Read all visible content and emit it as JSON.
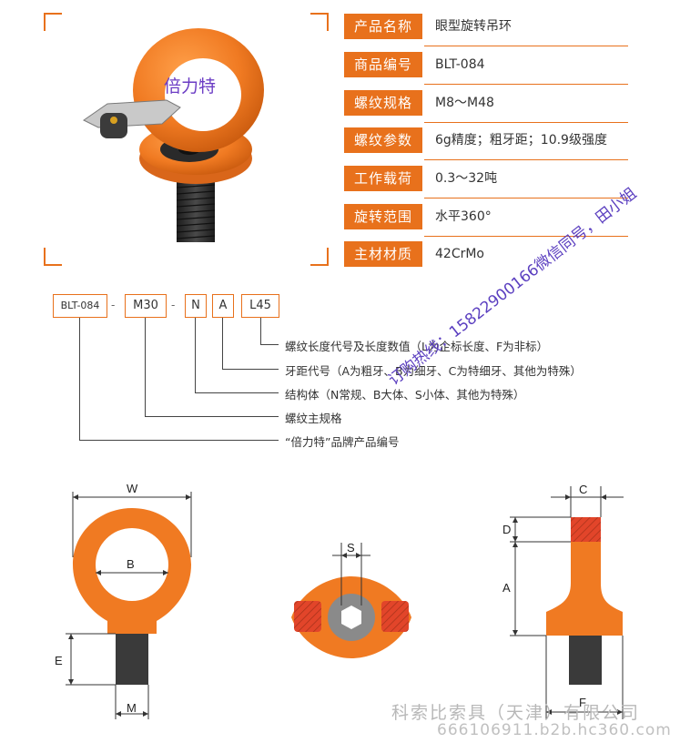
{
  "product_photo": {
    "brand_stamp": "倍力特",
    "icon": "swivel-eye-bolt-photo"
  },
  "specs": [
    {
      "label": "产品名称",
      "value": "眼型旋转吊环"
    },
    {
      "label": "商品编号",
      "value": "BLT-084"
    },
    {
      "label": "螺纹规格",
      "value": "M8～M48"
    },
    {
      "label": "螺纹参数",
      "value": "6g精度；粗牙距；10.9级强度"
    },
    {
      "label": "工作载荷",
      "value": "0.3～32吨"
    },
    {
      "label": "旋转范围",
      "value": "水平360°"
    },
    {
      "label": "主材材质",
      "value": "42CrMo"
    }
  ],
  "code": {
    "parts": [
      "BLT-084",
      "M30",
      "N",
      "A",
      "L45"
    ],
    "separator": "-",
    "legend": [
      "螺纹长度代号及长度数值（L为企标长度、F为非标）",
      "牙距代号（A为粗牙、B为细牙、C为特细牙、其他为特殊）",
      "结构体（N常规、B大体、S小体、其他为特殊）",
      "螺纹主规格",
      "“倍力特”品牌产品编号"
    ]
  },
  "dimensions": {
    "front": [
      "W",
      "B",
      "E",
      "M"
    ],
    "section": [
      "S"
    ],
    "side": [
      "C",
      "D",
      "A",
      "F"
    ]
  },
  "watermark": {
    "diagonal": "订购热线：15822900166微信同号，田小姐"
  },
  "footer": {
    "company": "科索比索具（天津）有限公司",
    "site": "666106911.b2b.hc360.com"
  },
  "colors": {
    "accent": "#e8711c",
    "ring_orange": "#f07a22",
    "shank": "#3a3a3a",
    "section_red": "#e2452a"
  }
}
